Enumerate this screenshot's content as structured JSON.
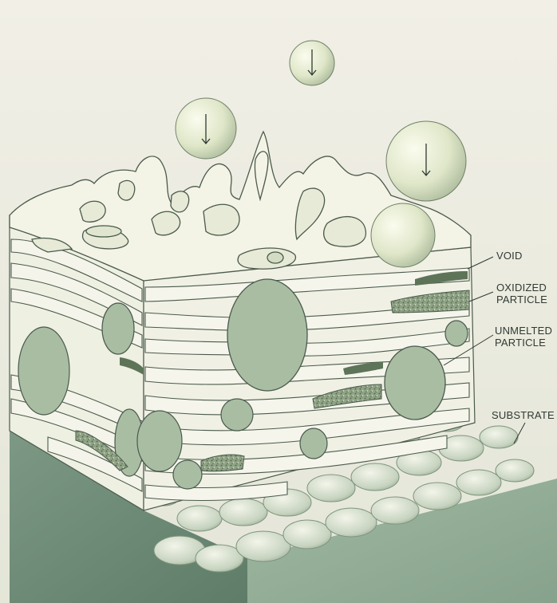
{
  "labels": {
    "void": "VOID",
    "oxidized": [
      "OXIDIZED",
      "PARTICLE"
    ],
    "unmelted": [
      "UNMELTED",
      "PARTICLE"
    ],
    "substrate": "SUBSTRATE"
  },
  "colors": {
    "background": "#f2efe6",
    "splat": "#f4f4ea",
    "splat_outline": "#4a5a4c",
    "unmelted": "#a9bda3",
    "oxide": "#7e9276",
    "substrate_block": "#6f8c78",
    "droplet": "#eef0d8"
  },
  "icons": [
    "down-arrow-icon"
  ]
}
